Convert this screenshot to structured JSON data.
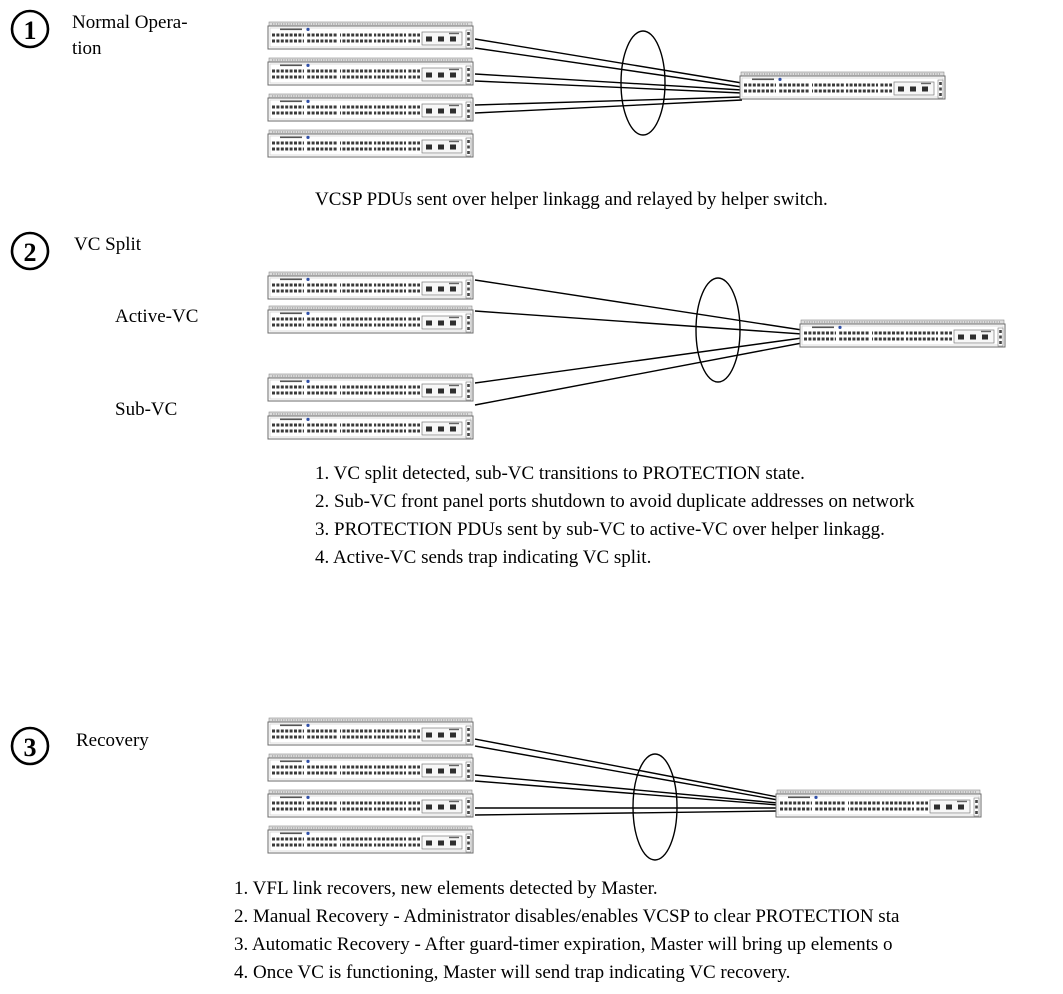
{
  "steps": [
    {
      "number": "1",
      "title_lines": [
        "Normal Opera-",
        "tion"
      ],
      "group_labels": [],
      "notes": [
        "VCSP PDUs sent over helper linkagg and relayed by helper switch."
      ]
    },
    {
      "number": "2",
      "title_lines": [
        "VC Split"
      ],
      "group_labels": [
        "Active-VC",
        "Sub-VC"
      ],
      "notes": [
        "1. VC split detected, sub-VC transitions to PROTECTION state.",
        "2. Sub-VC front panel ports shutdown to avoid duplicate addresses on network",
        "3. PROTECTION PDUs sent by sub-VC to active-VC over helper linkagg.",
        "4. Active-VC sends trap indicating VC split."
      ]
    },
    {
      "number": "3",
      "title_lines": [
        "Recovery"
      ],
      "group_labels": [],
      "notes": [
        "1. VFL link recovers, new elements detected by Master.",
        "2. Manual Recovery - Administrator disables/enables VCSP to clear PROTECTION sta",
        "3. Automatic Recovery - After guard-timer expiration, Master will bring up elements o",
        "4. Once VC is functioning, Master will send trap indicating VC recovery."
      ]
    }
  ],
  "icons": {
    "step_badge": "numbered-circle-icon",
    "switch": "network-switch-icon",
    "linkagg": "link-aggregation-ellipse-icon"
  },
  "colors": {
    "line": "#000000",
    "switch_body": "#ffffff",
    "switch_outline": "#6b6b6b",
    "switch_detail": "#3a3a3a",
    "switch_led": "#2f4fa8"
  }
}
